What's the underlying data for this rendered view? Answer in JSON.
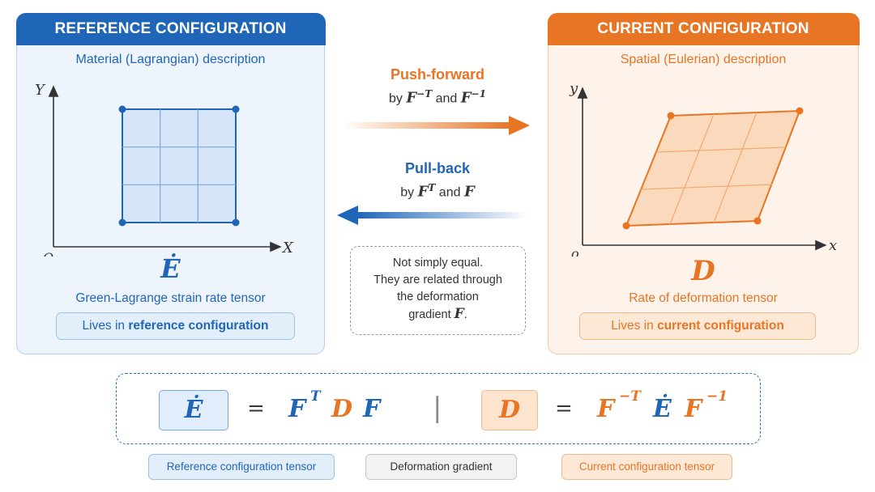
{
  "colors": {
    "reference": "#1f66b8",
    "current": "#e87524",
    "neutral": "#333333"
  },
  "reference": {
    "title": "REFERENCE CONFIGURATION",
    "description": "Material (Lagrangian) description",
    "axis_y": "Y",
    "axis_x": "X",
    "origin": "O",
    "symbol": "Ė",
    "tensor_name": "Green-Lagrange strain rate tensor",
    "lives_prefix": "Lives in ",
    "lives_bold": "reference configuration"
  },
  "current": {
    "title": "CURRENT CONFIGURATION",
    "description": "Spatial (Eulerian) description",
    "axis_y": "y",
    "axis_x": "x",
    "origin": "o",
    "symbol": "D",
    "tensor_name": "Rate of deformation tensor",
    "lives_prefix": "Lives in ",
    "lives_bold": "current configuration"
  },
  "push_forward": {
    "title": "Push-forward",
    "by": "by",
    "op1": "F",
    "op1_sup": "−T",
    "and": "and",
    "op2": "F",
    "op2_sup": "−1"
  },
  "pull_back": {
    "title": "Pull-back",
    "by": "by",
    "op1": "F",
    "op1_sup": "T",
    "and": "and",
    "op2": "F"
  },
  "note": {
    "line1": "Not simply equal.",
    "line2": "They are related through",
    "line3": "the deformation",
    "line4": "gradient",
    "symbol": "F",
    "end": "."
  },
  "equations": {
    "left": {
      "lhs": "Ė",
      "eq": "=",
      "f1": "F",
      "f1_sup": "T",
      "d": "D",
      "f2": "F"
    },
    "divider": "|",
    "right": {
      "lhs": "D",
      "eq": "=",
      "f1": "F",
      "f1_sup": "−T",
      "e": "Ė",
      "f2": "F",
      "f2_sup": "−1"
    }
  },
  "legend": [
    {
      "label": "Reference configuration tensor"
    },
    {
      "label": "Deformation gradient"
    },
    {
      "label": "Current configuration tensor"
    }
  ]
}
